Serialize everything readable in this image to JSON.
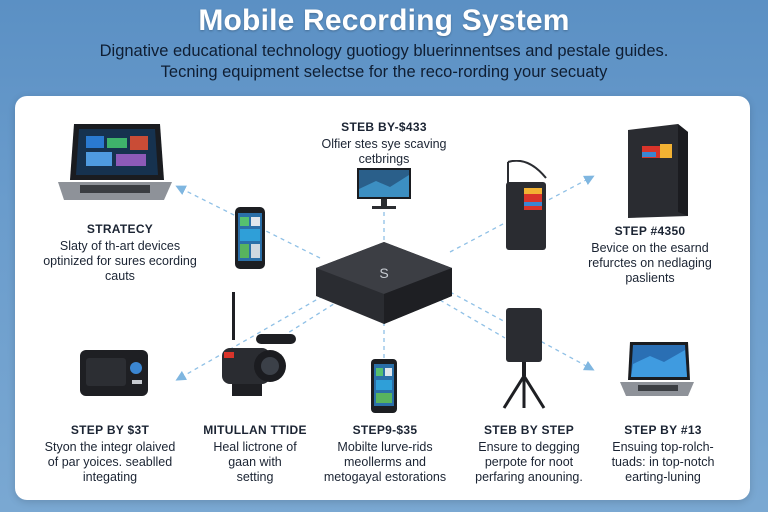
{
  "title": "Mobile Recording System",
  "subtitle": [
    "Dignative educational technology guotiogy bluerinnentses and pestale guides.",
    "Tecning equipment selectse for the reco-rording your secuaty"
  ],
  "nodes": {
    "top_center": {
      "head": "STEB BY-$433",
      "body": [
        "Olfier stes sye scaving",
        "cetbrings"
      ]
    },
    "left_upper": {
      "head": "STRATECY",
      "body": [
        "Slaty of th-art devices",
        "optinized for sures ecording",
        "cauts"
      ]
    },
    "right_upper": {
      "head": "STEP #4350",
      "body": [
        "Bevice on the esarnd",
        "refurctes on nedlaging",
        "paslients"
      ]
    },
    "bottom_1": {
      "head": "STEP BY $3T",
      "body": [
        "Styon the integr olaived",
        "of par yoices. seablled",
        "integating"
      ]
    },
    "bottom_2": {
      "head": "MITULLAN TTIDE",
      "body": [
        "Heal lictrone of",
        "gaan with",
        "setting"
      ]
    },
    "bottom_3": {
      "head": "STEP9-$35",
      "body": [
        "Mobilte lurve-rids",
        "meollerms and",
        "metogayal estorations"
      ]
    },
    "bottom_4": {
      "head": "STEB BY STEP",
      "body": [
        "Ensure to degging",
        "perpote for noot",
        "perfaring anouning."
      ]
    },
    "bottom_5": {
      "head": "STEP BY #13",
      "body": [
        "Ensuing top-rolch-",
        "tuads: in top-notch",
        "earting-luning"
      ]
    }
  },
  "hub_glyph": "S",
  "colors": {
    "background": "#6a9ccc",
    "panel": "#ffffff",
    "connector": "#7fb6e0",
    "device_dark": "#2a2c31"
  },
  "icons": [
    "laptop-icon",
    "smartphone-icon",
    "monitor-icon",
    "server-tower-icon",
    "hub-box-icon",
    "tower-pc-icon",
    "action-camera-icon",
    "video-camera-icon",
    "speaker-on-stand-icon"
  ]
}
